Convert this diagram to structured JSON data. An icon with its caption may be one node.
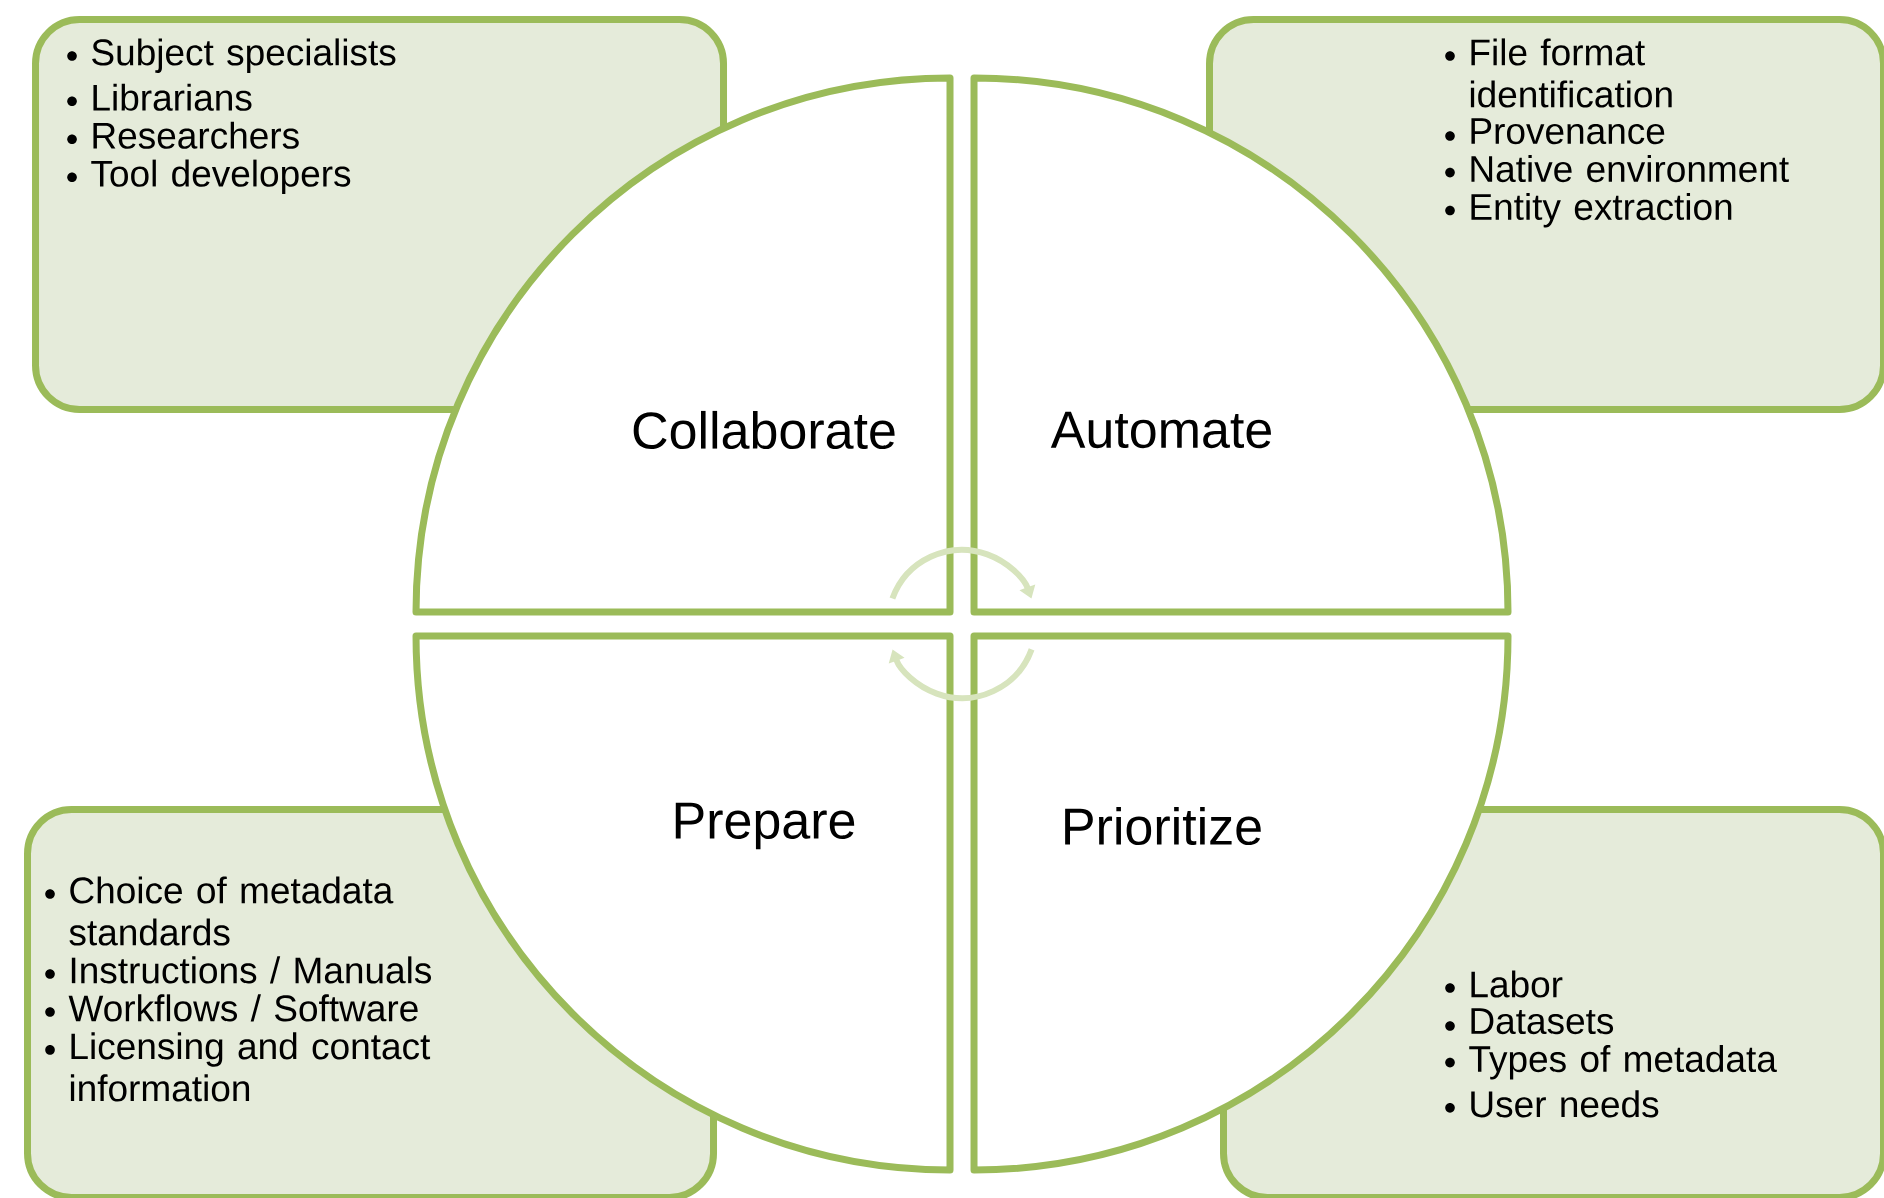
{
  "diagram": {
    "nodes": [
      {
        "text": [
          "Subject specialists",
          "Librarians",
          "Researchers",
          "Tool developers"
        ]
      },
      {
        "text": [
          "File format identification",
          "Provenance",
          "Native environment",
          "Entity extraction"
        ]
      },
      {
        "text": [
          "Collaborate"
        ]
      },
      {
        "text": [
          "Automate"
        ]
      },
      {
        "text": [
          "Prepare"
        ]
      },
      {
        "text": [
          "Prioritize"
        ]
      },
      {
        "text": [
          "Choice of metadata standards",
          "Instructions / Manuals",
          "Workflows / Software",
          "Licensing and contact information"
        ]
      },
      {
        "text": [
          "Labor",
          "Datasets",
          "Types of metadata",
          "User needs"
        ]
      }
    ],
    "edges": [
      {
        "from": 2,
        "to": 3,
        "arrow": "to",
        "color": "#d7e4bd"
      },
      {
        "from": 5,
        "to": 4,
        "arrow": "to",
        "color": "#d7e4bd"
      }
    ]
  }
}
